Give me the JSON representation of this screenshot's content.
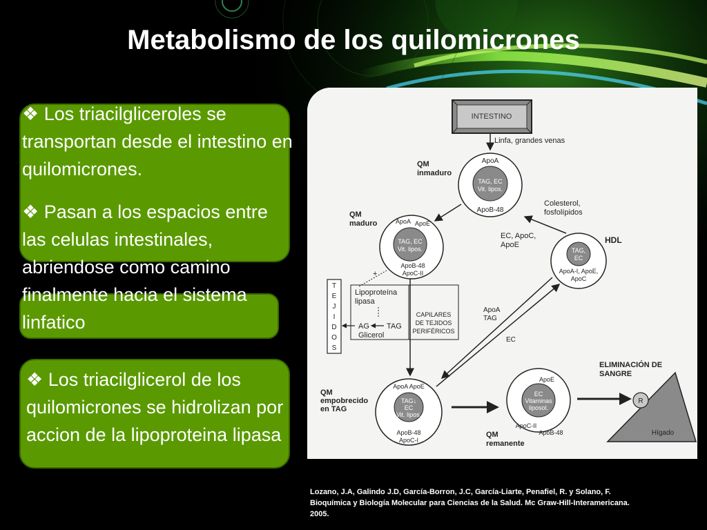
{
  "title": "Metabolismo de los quilomicrones",
  "bullets": {
    "b1": "❖  Los triacilgliceroles se transportan desde el intestino en quilomicrones.",
    "b2": "❖ Pasan a los espacios entre las celulas intestinales, abriendose como camino finalmente hacia el sistema linfatico",
    "b3": "❖ Los triacilglicerol de los quilomicrones se hidrolizan por accion de la lipoproteina lipasa"
  },
  "diagram": {
    "intestino": "INTESTINO",
    "linfa": "Linfa, grandes venas",
    "qm_inmaduro_1": "QM",
    "qm_inmaduro_2": "inmaduro",
    "inmaduro_apoa": "ApoA",
    "inmaduro_core_1": "TAG, EC",
    "inmaduro_core_2": "Vit. lipos.",
    "inmaduro_apob": "ApoB-48",
    "qm_maduro_1": "QM",
    "qm_maduro_2": "maduro",
    "maduro_apoa": "ApoA",
    "maduro_apoe": "ApoE",
    "maduro_core_1": "TAG, EC",
    "maduro_core_2": "Vit. lipos.",
    "maduro_apob": "ApoB-48",
    "maduro_apoc": "ApoC-II",
    "colesterol_1": "Colesterol,",
    "colesterol_2": "fosfolípidos",
    "ec_apoc_1": "EC, ApoC,",
    "ec_apoc_2": "ApoE",
    "hdl": "HDL",
    "hdl_core_1": "TAG,",
    "hdl_core_2": "EC",
    "hdl_apo_1": "ApoA-I, ApoE,",
    "hdl_apo_2": "ApoC",
    "plus": "+",
    "lipoproteina_1": "Lipoproteína",
    "lipoproteina_2": "lipasa",
    "ag": "AG",
    "tag": "TAG",
    "glicerol": "Glicerol",
    "capilares_1": "CAPILARES",
    "capilares_2": "DE TEJIDOS",
    "capilares_3": "PERIFÉRICOS",
    "tejidos_letters": [
      "T",
      "E",
      "J",
      "I",
      "D",
      "O",
      "S"
    ],
    "apoa_tag_1": "ApoA",
    "apoa_tag_2": "TAG",
    "ec_label": "EC",
    "eliminacion_1": "ELIMINACIÓN DE",
    "eliminacion_2": "SANGRE",
    "qm_empobrecido_1": "QM",
    "qm_empobrecido_2": "empobrecido",
    "qm_empobrecido_3": "en TAG",
    "emp_apoa_apoe": "ApoA ApoE",
    "emp_core_1": "TAG↓",
    "emp_core_2": "EC",
    "emp_core_3": "Vit. lipos.",
    "emp_apob": "ApoB-48",
    "emp_apoc": "ApoC-I",
    "rem_apoe": "ApoE",
    "rem_core_1": "EC",
    "rem_core_2": "Vitaminas",
    "rem_core_3": "liposol.",
    "rem_apoc": "ApoC-II",
    "rem_apob": "ApoB-48",
    "qm_remanente_1": "QM",
    "qm_remanente_2": "remanente",
    "r": "R",
    "higado": "Hígado"
  },
  "citation": {
    "line1": "Lozano, J.A, Galindo J.D, García-Borron, J.C, García-Liarte, Penafiel, R. y Solano, F.",
    "line2": "Bioquímica y Biología Molecular para Ciencias de la Salud. Mc Graw-Hill-Interamericana.",
    "line3": "2005."
  }
}
